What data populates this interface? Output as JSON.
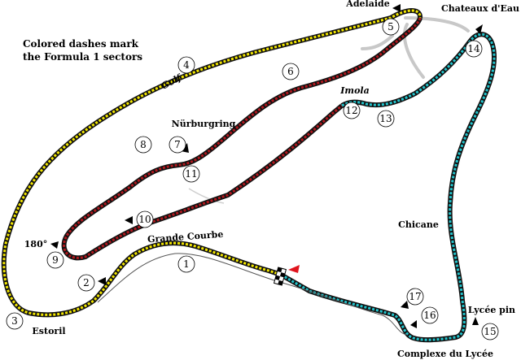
{
  "note": {
    "line1": "Colored dashes mark",
    "line2": "the Formula 1 sectors"
  },
  "colors": {
    "sector1": "#f2e600",
    "sector2": "#b0181e",
    "sector3": "#22c4cc",
    "track_outline": "#111111",
    "service_road": "#c8c8c8",
    "start_flag": "#e0141e"
  },
  "corners": [
    {
      "number": "1",
      "name": ""
    },
    {
      "number": "2",
      "name": ""
    },
    {
      "number": "3",
      "name": "Estoril"
    },
    {
      "number": "4",
      "name": "Golf"
    },
    {
      "number": "5",
      "name": "Adelaide"
    },
    {
      "number": "6",
      "name": ""
    },
    {
      "number": "7",
      "name": "Nürburgring"
    },
    {
      "number": "8",
      "name": ""
    },
    {
      "number": "9",
      "name": "180°"
    },
    {
      "number": "10",
      "name": ""
    },
    {
      "number": "11",
      "name": ""
    },
    {
      "number": "12",
      "name": "Imola"
    },
    {
      "number": "13",
      "name": ""
    },
    {
      "number": "14",
      "name": "Chateaux d'Eau"
    },
    {
      "number": "15",
      "name": "Lycée pin"
    },
    {
      "number": "16",
      "name": "Complexe du Lycée"
    },
    {
      "number": "17",
      "name": ""
    }
  ],
  "labels": {
    "grande_courbe": "Grande Courbe",
    "chicane": "Chicane"
  },
  "icons": {
    "corner_pointer": "black-triangle-pointer",
    "start_line": "checkered-flag",
    "direction": "red-arrow"
  }
}
